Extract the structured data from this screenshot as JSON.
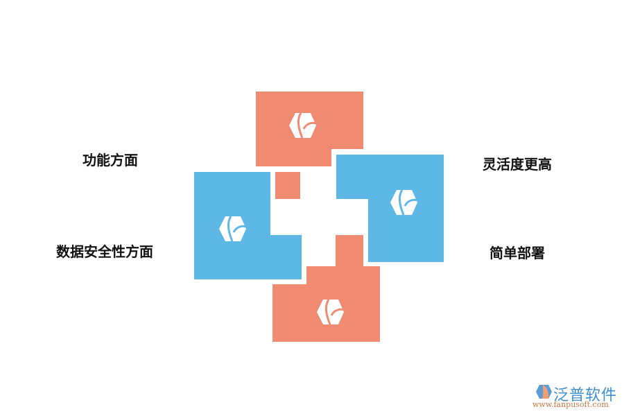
{
  "diagram": {
    "colors": {
      "orange": "#F08A71",
      "blue": "#5EB8E5",
      "icon": "#ffffff"
    },
    "labels": {
      "top_left": "功能方面",
      "bottom_left": "数据安全性方面",
      "top_right": "灵活度更高",
      "bottom_right": "简单部署"
    },
    "blocks": [
      {
        "name": "top",
        "color": "orange",
        "icon": "hexagon-leaf-icon"
      },
      {
        "name": "left",
        "color": "blue",
        "icon": "hexagon-leaf-icon"
      },
      {
        "name": "right",
        "color": "blue",
        "icon": "hexagon-leaf-icon"
      },
      {
        "name": "bottom",
        "color": "orange",
        "icon": "hexagon-leaf-icon"
      }
    ]
  },
  "watermark": {
    "brand": "泛普软件",
    "url": "www.fanpusoft.com"
  }
}
